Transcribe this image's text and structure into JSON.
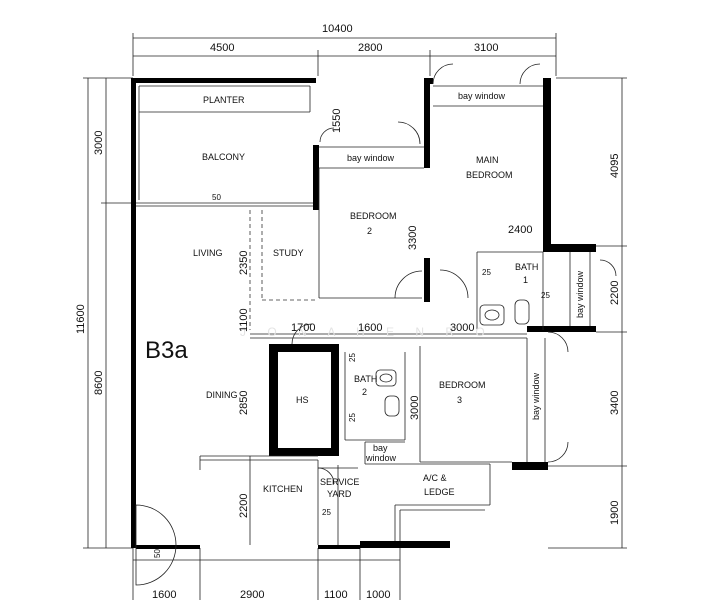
{
  "plan": {
    "unit_type": "B3a",
    "watermark": "J O N A   H E N   R O",
    "dimensions_top": {
      "total": "10400",
      "segments": [
        "4500",
        "2800",
        "3100"
      ]
    },
    "dimensions_bottom": [
      "1600",
      "2900",
      "1100",
      "1000"
    ],
    "dimensions_left": {
      "total": "11600",
      "upper": "3000",
      "lower": "8600"
    },
    "dimensions_right": [
      "4095",
      "2200",
      "3400",
      "1900"
    ],
    "dimensions_inner": {
      "d1550": "1550",
      "d2400": "2400",
      "d3300": "3300",
      "d2350": "2350",
      "d1100": "1100",
      "d1700": "1700",
      "d1600": "1600",
      "d3000a": "3000",
      "d2850": "2850",
      "d3000b": "3000",
      "d2200": "2200",
      "d50a": "50",
      "d50b": "50",
      "d25a": "25",
      "d25b": "25",
      "d25c": "25",
      "d25d": "25",
      "d25e": "25"
    },
    "rooms": {
      "planter": "PLANTER",
      "balcony": "BALCONY",
      "bay_window_top": "bay window",
      "bay_window_mid": "bay window",
      "main_bedroom_1": "MAIN",
      "main_bedroom_2": "BEDROOM",
      "bedroom2_1": "BEDROOM",
      "bedroom2_2": "2",
      "living": "LIVING",
      "study": "STUDY",
      "bath1_1": "BATH",
      "bath1_2": "1",
      "bay_window_bath": "bay window",
      "bath2_1": "BATH",
      "bath2_2": "2",
      "hs": "HS",
      "dining": "DINING",
      "bedroom3_1": "BEDROOM",
      "bedroom3_2": "3",
      "bay_window_b3": "bay window",
      "bay_window_small_1": "bay",
      "bay_window_small_2": "window",
      "kitchen": "KITCHEN",
      "service_yard_1": "SERVICE",
      "service_yard_2": "YARD",
      "ac_ledge_1": "A/C &",
      "ac_ledge_2": "LEDGE"
    }
  }
}
